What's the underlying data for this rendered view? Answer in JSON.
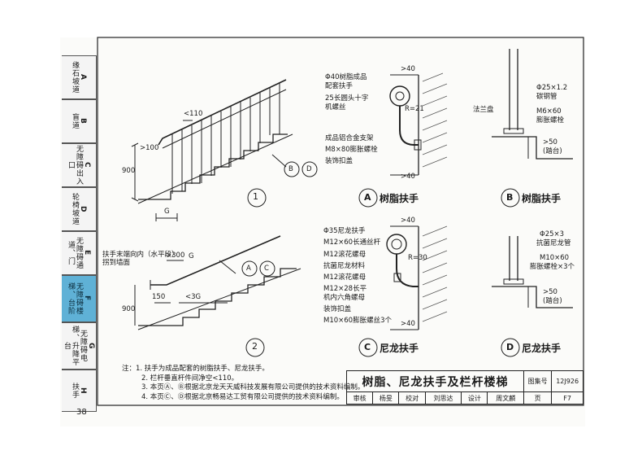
{
  "page_number": "38",
  "tabs": [
    {
      "letter": "A",
      "text": "缘石坡道"
    },
    {
      "letter": "B",
      "text": "盲道"
    },
    {
      "letter": "C",
      "text": "无障碍出入口"
    },
    {
      "letter": "D",
      "text": "轮椅坡道"
    },
    {
      "letter": "E",
      "text": "无障碍通道、门"
    },
    {
      "letter": "F",
      "text": "无障碍楼梯、台阶"
    },
    {
      "letter": "G",
      "text": "无障碍电梯、升降平台"
    },
    {
      "letter": "H",
      "text": "扶手"
    }
  ],
  "drawing1": {
    "number": "1",
    "dim_top": "<110",
    "dim_side": ">100",
    "dim_height": "900",
    "dim_g": "G",
    "ref_b": "B",
    "ref_d": "D"
  },
  "drawing2": {
    "number": "2",
    "note": "扶手末端向内（水平段）拐到墙面",
    "dim_300": ">300",
    "dim_g": "G",
    "dim_150": "150",
    "dim_3g": "<3G",
    "dim_height": "900",
    "ref_a": "A",
    "ref_c": "C"
  },
  "detailA": {
    "letter": "A",
    "caption": "树脂扶手",
    "labels": [
      "Φ40树脂成品",
      "配套扶手",
      "25长圆头十字",
      "机螺丝",
      "成品铝合金支架",
      "M8×80膨胀螺栓",
      "装饰扣盖"
    ],
    "dim_top": ">40",
    "dim_r": "R=21",
    "dim_bottom": ">40"
  },
  "detailB": {
    "letter": "B",
    "caption": "树脂扶手",
    "labels": [
      "Φ25×1.2",
      "碳钢管",
      "法兰盘",
      "M6×60",
      "膨胀螺栓"
    ],
    "dim_50": ">50",
    "dim_step": "(踏台)"
  },
  "detailC": {
    "letter": "C",
    "caption": "尼龙扶手",
    "labels": [
      "Φ35尼龙扶手",
      "M12×60长通丝杆",
      "M12滚花螺母",
      "抗菌尼龙材料",
      "M12滚花螺母",
      "M12×28长平",
      "机内六角螺母",
      "装饰扣盖",
      "M10×60膨胀螺丝3个"
    ],
    "dim_top": ">40",
    "dim_r": "R=30",
    "dim_bottom": ">40"
  },
  "detailD": {
    "letter": "D",
    "caption": "尼龙扶手",
    "labels": [
      "Φ25×3",
      "抗菌尼龙管",
      "M10×60",
      "膨胀螺栓×3个"
    ],
    "dim_50": ">50",
    "dim_step": "(踏台)"
  },
  "notes": [
    "注：1. 扶手为成品配套的树脂扶手、尼龙扶手。",
    "2. 栏杆垂直杆件间净空<110。",
    "3. 本页Ⓐ、Ⓑ根据北京龙天天威科技发展有限公司提供的技术资料编制。",
    "4. 本页Ⓒ、Ⓓ根据北京畅易达工贸有限公司提供的技术资料编制。"
  ],
  "titleblock": {
    "title": "树脂、尼龙扶手及栏杆楼梯",
    "atlas_label": "图集号",
    "atlas_no": "12J926",
    "review_label": "审核",
    "reviewer": "杨旻",
    "check_label": "校对",
    "checker": "刘思达",
    "design_label": "设计",
    "designer": "周文麟",
    "page_label": "页",
    "page_no": "F7"
  }
}
